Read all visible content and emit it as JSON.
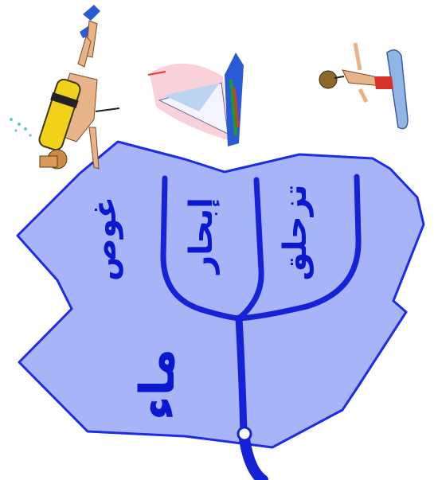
{
  "diagram": {
    "colors": {
      "shape_fill": "#a8b4f8",
      "shape_stroke": "#1d2ce6",
      "tree_stroke": "#1622d8",
      "text": "#0a18d0"
    },
    "root_label": "ماء",
    "branches": [
      {
        "label": "غوص"
      },
      {
        "label": "إبحار"
      },
      {
        "label": "تزحلق"
      }
    ]
  },
  "clipart": [
    {
      "icon": "scuba-diver-icon"
    },
    {
      "icon": "sailboat-icon"
    },
    {
      "icon": "water-skier-icon"
    }
  ]
}
